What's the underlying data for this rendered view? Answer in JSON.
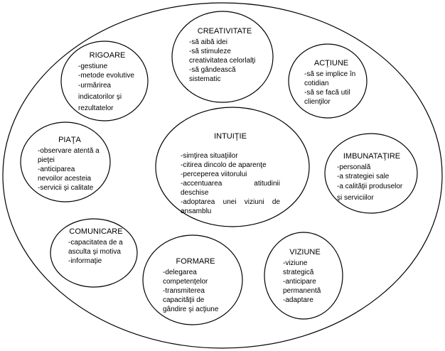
{
  "nodes": {
    "creativitate": {
      "title": "CREATIVITATE",
      "items": [
        "-să aibă idei",
        "-să stimuleze creativitatea celorlalţi",
        "-să gândească sistematic"
      ]
    },
    "rigoare": {
      "title": "RIGOARE",
      "items": [
        "-gestiune",
        "-metode evolutive",
        "-urmărirea indicatorilor şi rezultatelor"
      ]
    },
    "actiune": {
      "title": "ACŢIUNE",
      "items": [
        "-să se implice în cotidian",
        "-să se facă util clienţilor"
      ]
    },
    "piata": {
      "title": "PIAŢA",
      "items": [
        "-observare atentă a pieţei",
        "-anticiparea nevoilor acesteia",
        "-servicii şi calitate"
      ]
    },
    "intuitie": {
      "title": "INTUIŢIE",
      "items": [
        "-simţirea situaţiilor",
        "-citirea dincolo de aparenţe",
        "-perceperea viitorului",
        "-accentuarea atitudinii deschise",
        "-adoptarea unei viziuni de ansamblu"
      ]
    },
    "imbunatatire": {
      "title": "IMBUNATAŢIRE",
      "items": [
        "-personală",
        "-a strategiei sale",
        "-a calităţii produselor şi serviciilor"
      ]
    },
    "comunicare": {
      "title": "COMUNICARE",
      "items": [
        "-capacitatea de a asculta şi motiva",
        "-informaţie"
      ]
    },
    "formare": {
      "title": "FORMARE",
      "items": [
        "-delegarea competenţelor",
        "-transmiterea capacităţii de gândire şi acţiune"
      ]
    },
    "viziune": {
      "title": "VIZIUNE",
      "items": [
        "-viziune strategică",
        "-anticipare permanentă",
        "-adaptare"
      ]
    }
  }
}
